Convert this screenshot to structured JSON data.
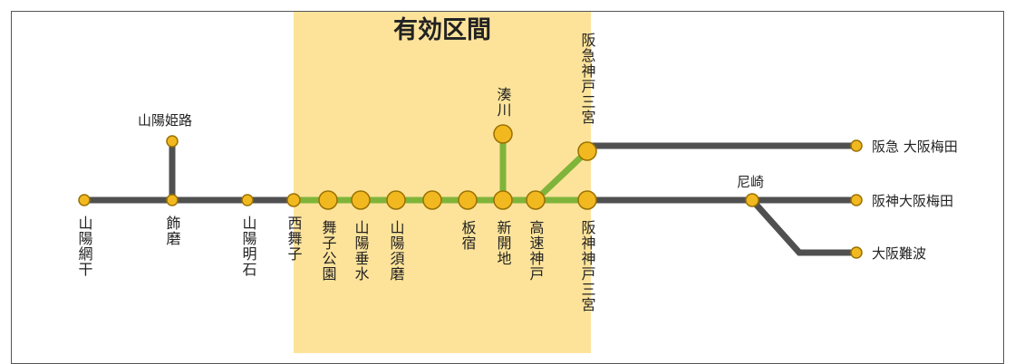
{
  "title": "有効区間",
  "colors": {
    "valid_section_bg": "#fde39a",
    "line": "#505050",
    "valid_line": "#7fb43a",
    "station_fill": "#f2b820",
    "station_stroke": "#9a7100"
  },
  "stations": {
    "sanyo_aboshi": "山陽網干",
    "sanyo_himeji": "山陽姫路",
    "shikama": "飾磨",
    "sanyo_akashi": "山陽明石",
    "nishi_maiko": "西舞子",
    "maiko_koen": "舞子公園",
    "sanyo_tarumi": "山陽垂水",
    "sanyo_suma": "山陽須磨",
    "itayado": "板宿",
    "minatogawa": "湊川",
    "shinkaichi": "新開地",
    "kosoku_kobe": "高速神戸",
    "hankyu_kobe_sannomiya": "阪急神戸三宮",
    "hanshin_kobe_sannomiya": "阪神神戸三宮",
    "amagasaki": "尼崎",
    "hankyu_osaka_umeda": "阪急 大阪梅田",
    "hanshin_osaka_umeda": "阪神大阪梅田",
    "osaka_namba": "大阪難波"
  }
}
